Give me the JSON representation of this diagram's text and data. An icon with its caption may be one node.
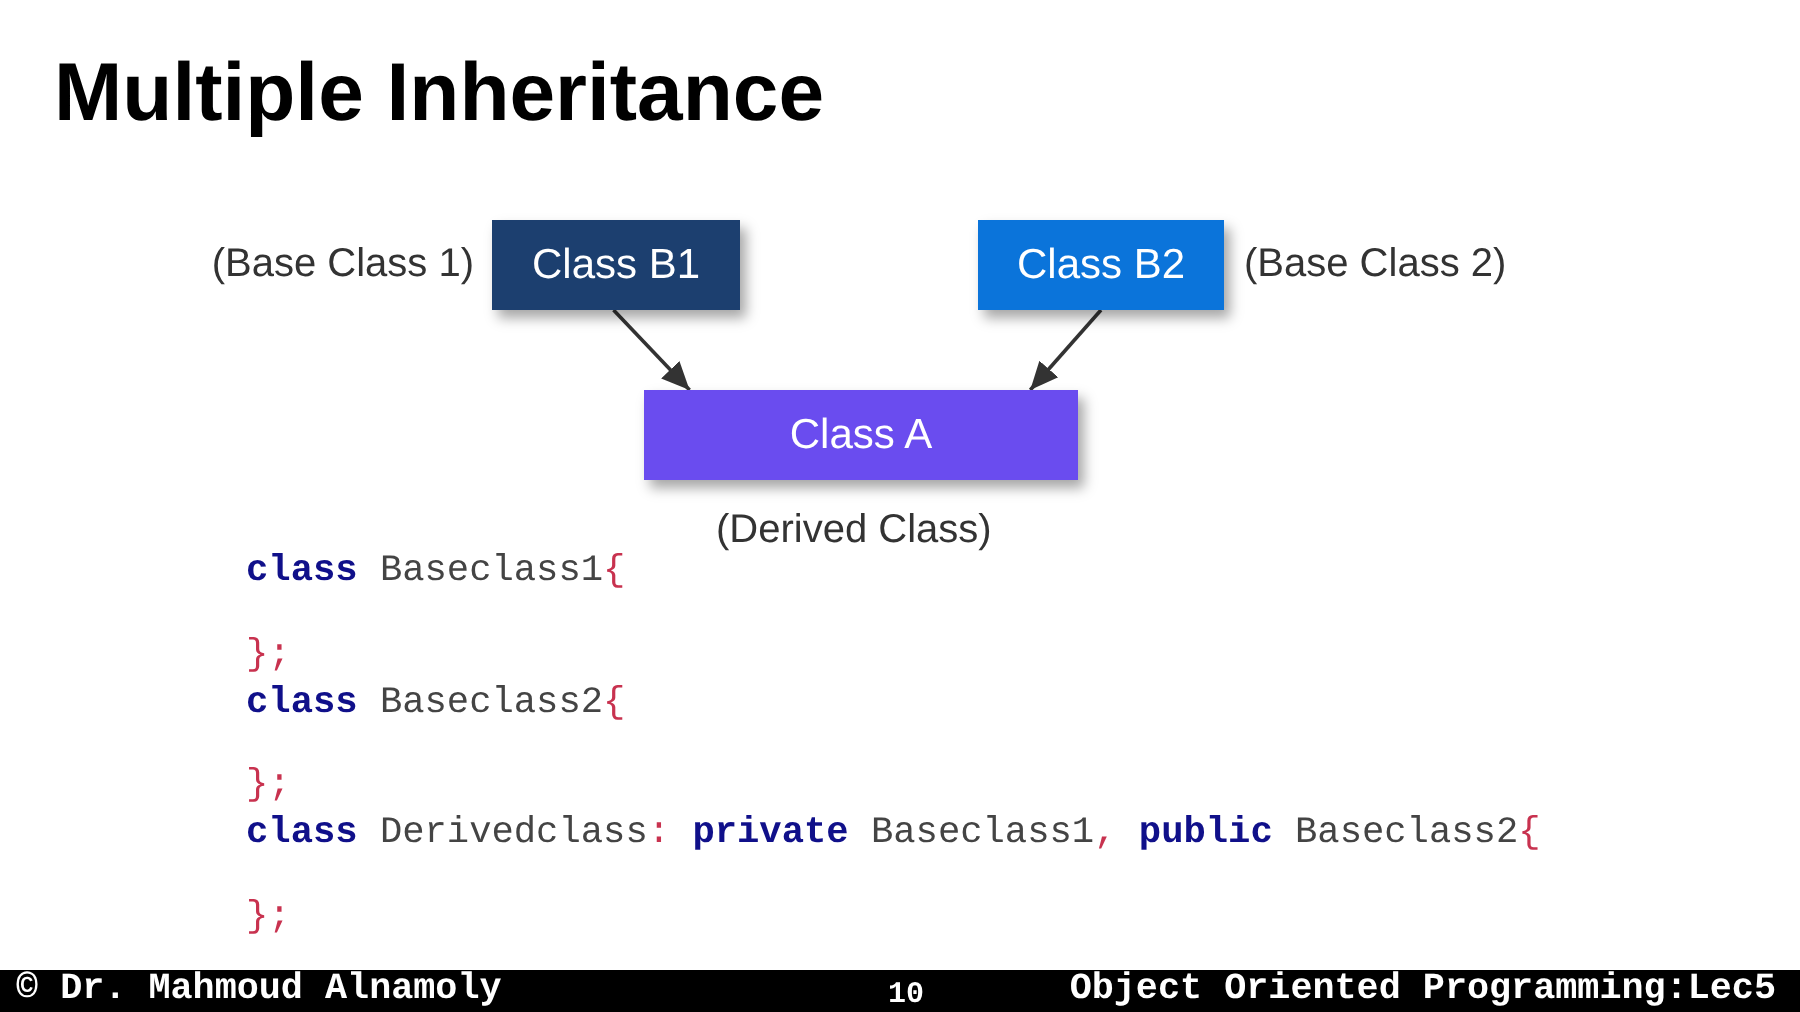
{
  "diagram": {
    "title": "Multiple Inheritance",
    "nodes": [
      {
        "text": [
          "Class B1"
        ],
        "beside": [
          "(Base Class 1)"
        ]
      },
      {
        "text": [
          "Class B2"
        ],
        "beside": [
          "(Base Class 2)"
        ]
      },
      {
        "text": [
          "Class A"
        ],
        "beside": [
          "(Derived Class)"
        ]
      }
    ],
    "edges": [
      {
        "from": 0,
        "to": 2,
        "arrow": "to"
      },
      {
        "from": 1,
        "to": 2,
        "arrow": "to"
      }
    ],
    "labels": [
      "**class** Baseclass1{",
      "};",
      "**class** Baseclass2{",
      "};",
      "**class** Derivedclass: **private** Baseclass1, **public** Baseclass2{",
      "};",
      "© Dr. Mahmoud Alnamoly",
      "10",
      "Object Oriented Programming:Lec5"
    ]
  }
}
